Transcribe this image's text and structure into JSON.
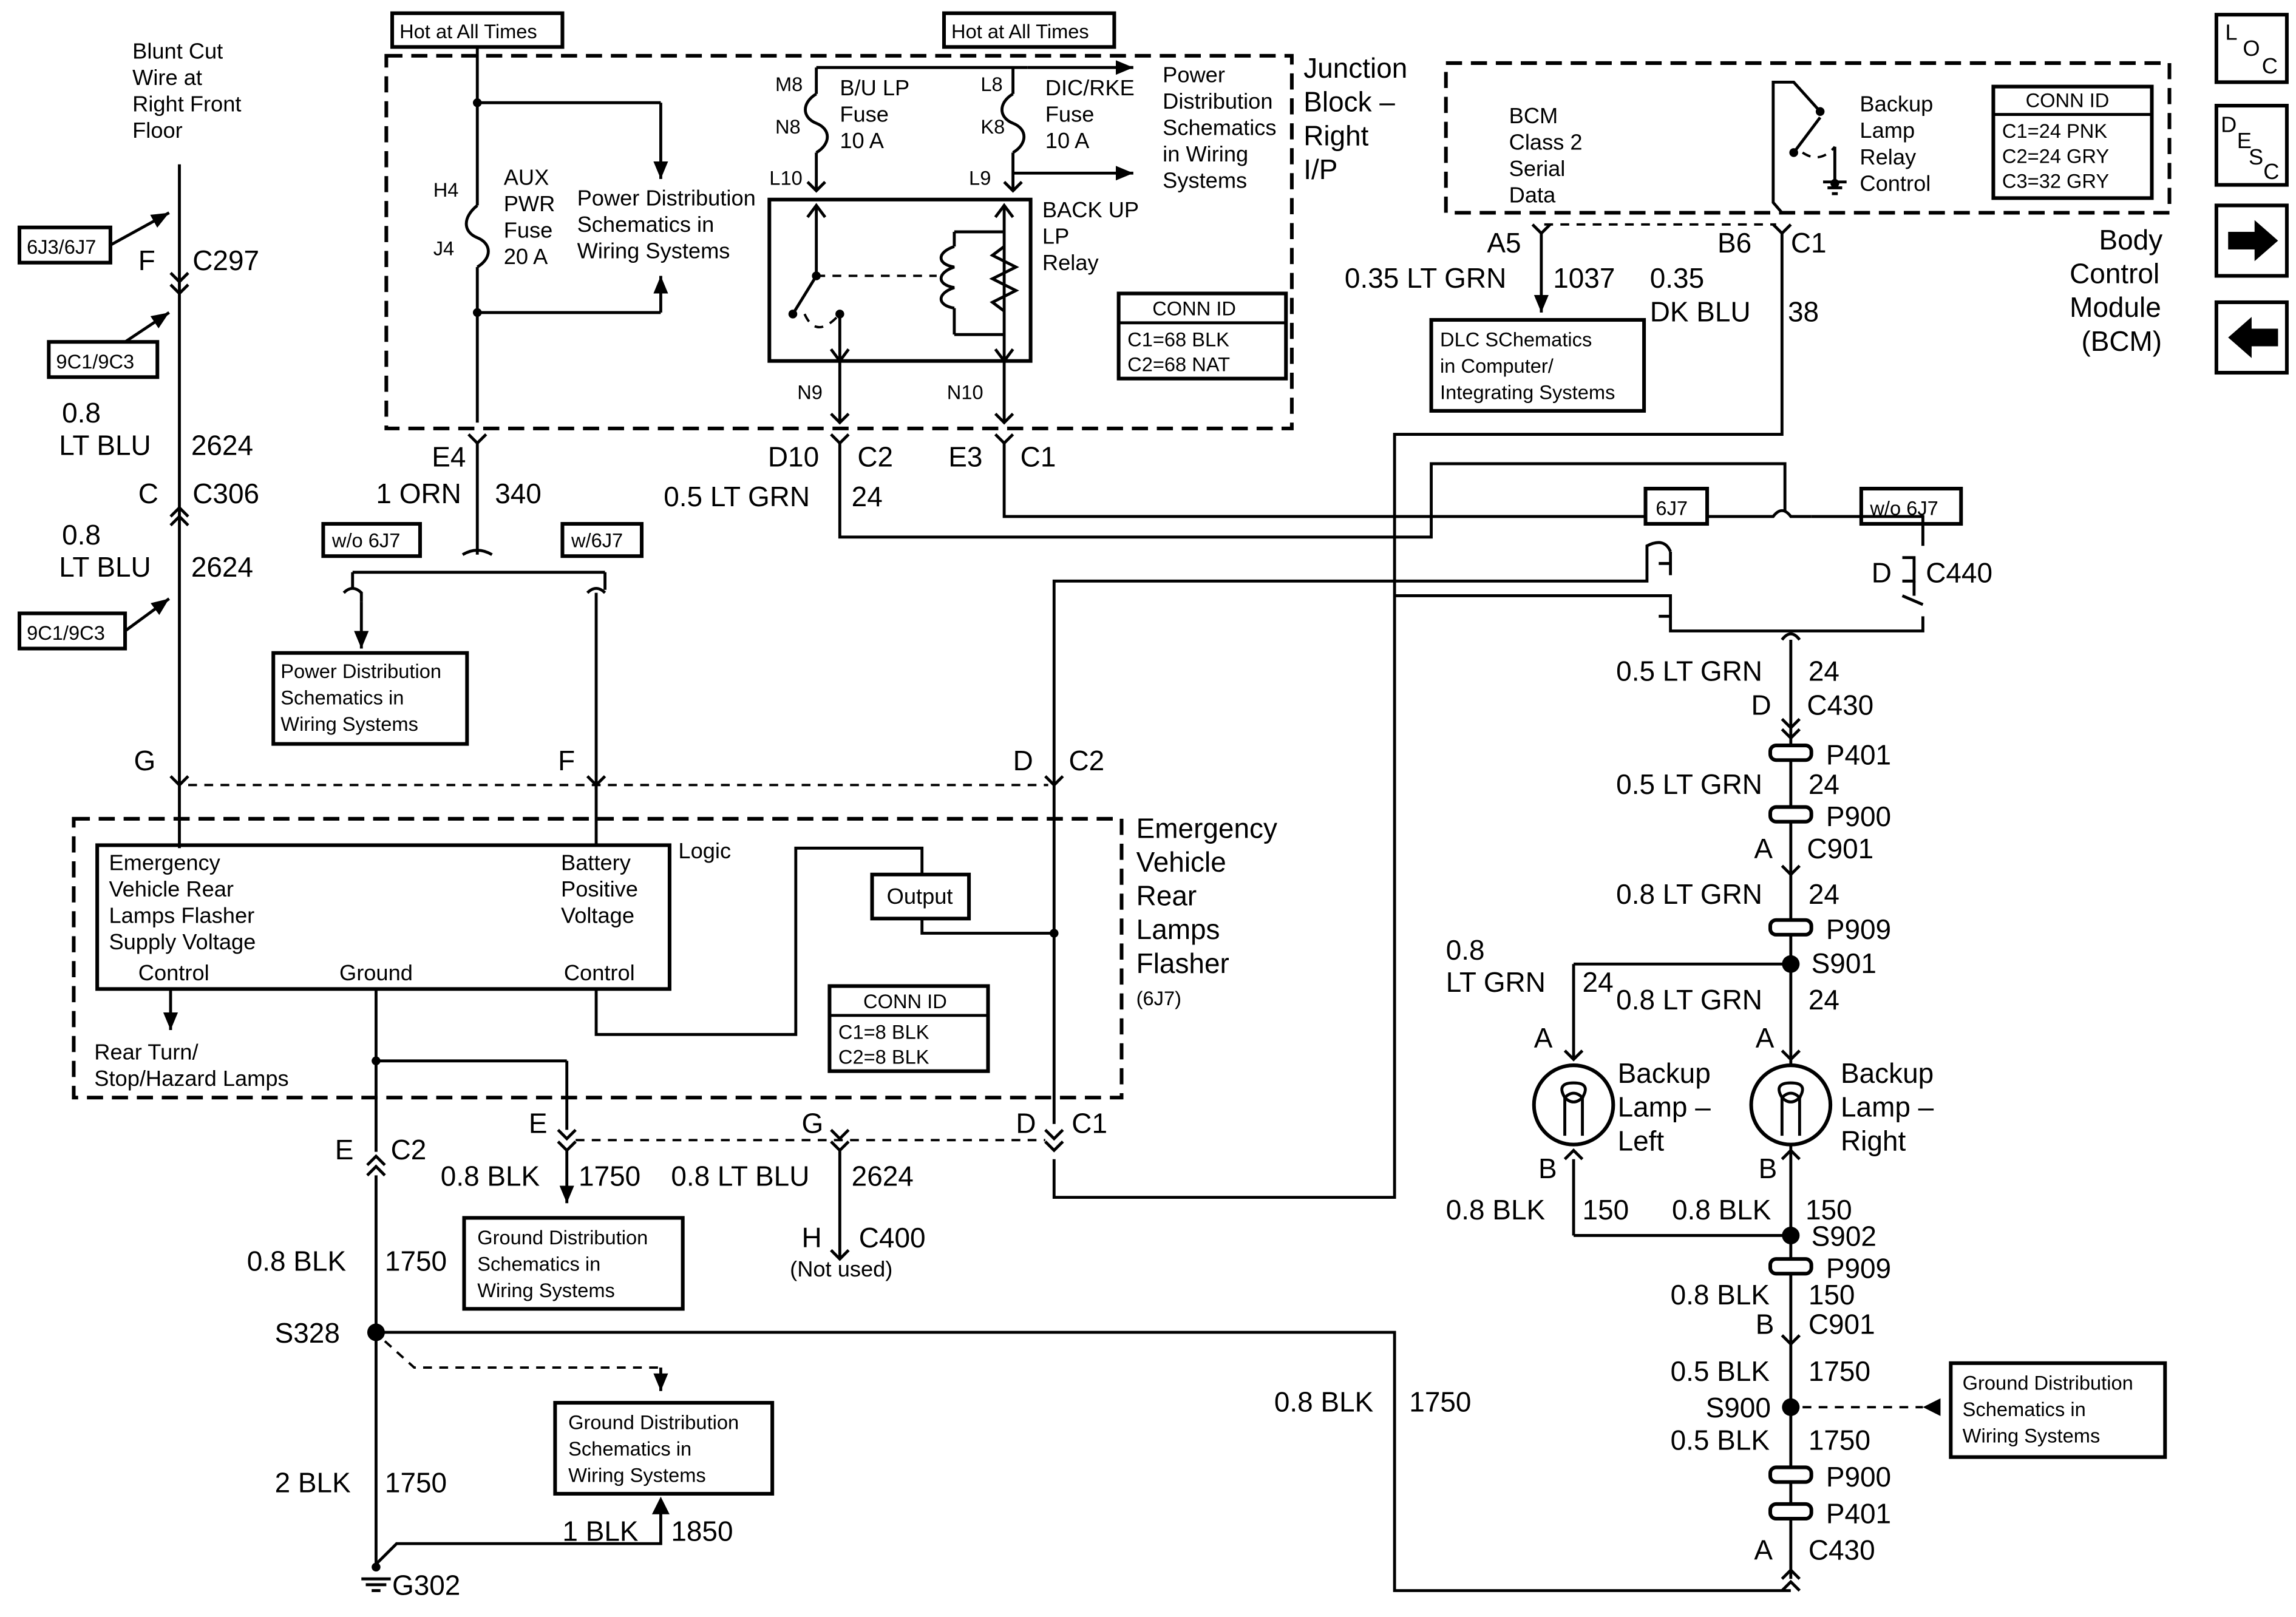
{
  "nav": {
    "loc": "LOC",
    "desc": "DESC"
  },
  "junction_block": {
    "title": [
      "Junction",
      "Block –",
      "Right",
      "I/P"
    ],
    "hot_left": "Hot at All Times",
    "hot_right": "Hot at All Times",
    "aux_fuse": [
      "AUX",
      "PWR",
      "Fuse",
      "20 A"
    ],
    "pin_h4": "H4",
    "pin_j4": "J4",
    "power_dist_inner": [
      "Power Distribution",
      "Schematics in",
      "Wiring Systems"
    ],
    "bu_fuse": [
      "B/U LP",
      "Fuse",
      "10 A"
    ],
    "pin_m8": "M8",
    "pin_n8": "N8",
    "pin_l10": "L10",
    "dic_fuse": [
      "DIC/RKE",
      "Fuse",
      "10 A"
    ],
    "pin_l8": "L8",
    "pin_k8": "K8",
    "pin_l9": "L9",
    "power_dist_right": [
      "Power",
      "Distribution",
      "Schematics",
      "in Wiring",
      "Systems"
    ],
    "relay": [
      "BACK UP",
      "LP",
      "Relay"
    ],
    "pin_n9": "N9",
    "pin_n10": "N10",
    "conn_id": {
      "title": "CONN ID",
      "lines": [
        "C1=68 BLK",
        "C2=68 NAT"
      ]
    },
    "pin_e4": "E4",
    "pin_d10": "D10",
    "c2": "C2",
    "pin_e3": "E3",
    "c1": "C1"
  },
  "bcm": {
    "class2": [
      "BCM",
      "Class 2",
      "Serial",
      "Data"
    ],
    "relay_control": [
      "Backup",
      "Lamp",
      "Relay",
      "Control"
    ],
    "conn_id": {
      "title": "CONN ID",
      "lines": [
        "C1=24 PNK",
        "C2=24 GRY",
        "C3=32 GRY"
      ]
    },
    "title": [
      "Body",
      "Control",
      "Module",
      "(BCM)"
    ],
    "pin_a5": "A5",
    "pin_b6": "B6",
    "c1": "C1",
    "wire_a5": {
      "gauge": "0.35 LT GRN",
      "circuit": "1037"
    },
    "wire_b6": {
      "gauge_a": "0.35",
      "gauge_b": "DK BLU",
      "circuit": "38"
    },
    "dlc": [
      "DLC SChematics",
      "in Computer/",
      "Integrating Systems"
    ]
  },
  "left_column": {
    "blunt": [
      "Blunt Cut",
      "Wire at",
      "Right Front",
      "Floor"
    ],
    "option1": "6J3/6J7",
    "c297": {
      "pin": "F",
      "conn": "C297"
    },
    "option2": "9C1/9C3",
    "wire1": {
      "gauge_a": "0.8",
      "gauge_b": "LT BLU",
      "circuit": "2624"
    },
    "c306": {
      "pin": "C",
      "conn": "C306"
    },
    "wire2": {
      "gauge_a": "0.8",
      "gauge_b": "LT BLU",
      "circuit": "2624"
    },
    "option3": "9C1/9C3"
  },
  "middle": {
    "wire_orn": {
      "gauge": "1 ORN",
      "circuit": "340"
    },
    "wire_grn": {
      "gauge": "0.5 LT GRN",
      "circuit": "24"
    },
    "wo6j7": "w/o 6J7",
    "w6j7": "w/6J7",
    "power_dist_lower": [
      "Power Distribution",
      "Schematics in",
      "Wiring Systems"
    ],
    "pin_g": "G",
    "pin_f": "F",
    "pin_d": "D",
    "c2": "C2"
  },
  "flasher": {
    "title": [
      "Emergency",
      "Vehicle",
      "Rear",
      "Lamps",
      "Flasher"
    ],
    "option": "(6J7)",
    "logic": "Logic",
    "supply": [
      "Emergency",
      "Vehicle Rear",
      "Lamps Flasher",
      "Supply Voltage",
      "Control"
    ],
    "battery": [
      "Battery",
      "Positive",
      "Voltage",
      "Control"
    ],
    "ground": "Ground",
    "output": "Output",
    "rear_turn": [
      "Rear Turn/",
      "Stop/Hazard Lamps"
    ],
    "conn_id": {
      "title": "CONN ID",
      "lines": [
        "C1=8 BLK",
        "C2=8 BLK"
      ]
    },
    "pin_e": "E",
    "pin_g": "G",
    "pin_d": "D",
    "c1": "C1",
    "pin_e_c2": "E",
    "c2": "C2"
  },
  "lower_left": {
    "wire_1750a": {
      "gauge": "0.8 BLK",
      "circuit": "1750"
    },
    "wire_2624": {
      "gauge": "0.8 LT BLU",
      "circuit": "2624"
    },
    "ground_dist1": [
      "Ground Distribution",
      "Schematics in",
      "Wiring Systems"
    ],
    "c400": {
      "pin": "H",
      "conn": "C400"
    },
    "not_used": "(Not used)",
    "wire_1750b": {
      "gauge": "0.8 BLK",
      "circuit": "1750"
    },
    "s328": "S328",
    "ground_dist2": [
      "Ground Distribution",
      "Schematics in",
      "Wiring Systems"
    ],
    "wire_2blk": {
      "gauge": "2 BLK",
      "circuit": "1750"
    },
    "wire_1blk": {
      "gauge": "1 BLK",
      "circuit": "1850"
    },
    "g302": "G302",
    "wire_long": {
      "gauge": "0.8 BLK",
      "circuit": "1750"
    }
  },
  "right_column": {
    "opt_6j7": "6J7",
    "opt_wo6j7": "w/o 6J7",
    "c440": {
      "pin": "D",
      "conn": "C440"
    },
    "w1": {
      "gauge": "0.5 LT GRN",
      "circuit": "24"
    },
    "c430a": {
      "pin": "D",
      "conn": "C430"
    },
    "p401a": "P401",
    "w2": {
      "gauge": "0.5 LT GRN",
      "circuit": "24"
    },
    "p900a": "P900",
    "c901a": {
      "pin": "A",
      "conn": "C901"
    },
    "w3": {
      "gauge": "0.8 LT GRN",
      "circuit": "24"
    },
    "p909a": "P909",
    "s901": "S901",
    "w_left": {
      "gauge_a": "0.8",
      "gauge_b": "LT GRN",
      "circuit": "24"
    },
    "w_right": {
      "gauge": "0.8 LT GRN",
      "circuit": "24"
    },
    "pin_a_left": "A",
    "pin_a_right": "A",
    "lamp_left": [
      "Backup",
      "Lamp –",
      "Left"
    ],
    "lamp_right": [
      "Backup",
      "Lamp –",
      "Right"
    ],
    "pin_b_left": "B",
    "pin_b_right": "B",
    "w_bl": {
      "gauge": "0.8 BLK",
      "circuit": "150"
    },
    "w_br": {
      "gauge": "0.8 BLK",
      "circuit": "150"
    },
    "s902": "S902",
    "p909b": "P909",
    "w4": {
      "gauge": "0.8 BLK",
      "circuit": "150"
    },
    "c901b": {
      "pin": "B",
      "conn": "C901"
    },
    "w5": {
      "gauge": "0.5 BLK",
      "circuit": "1750"
    },
    "s900": "S900",
    "w6": {
      "gauge": "0.5 BLK",
      "circuit": "1750"
    },
    "ground_dist3": [
      "Ground Distribution",
      "Schematics in",
      "Wiring Systems"
    ],
    "p900b": "P900",
    "p401b": "P401",
    "c430b": {
      "pin": "A",
      "conn": "C430"
    }
  }
}
